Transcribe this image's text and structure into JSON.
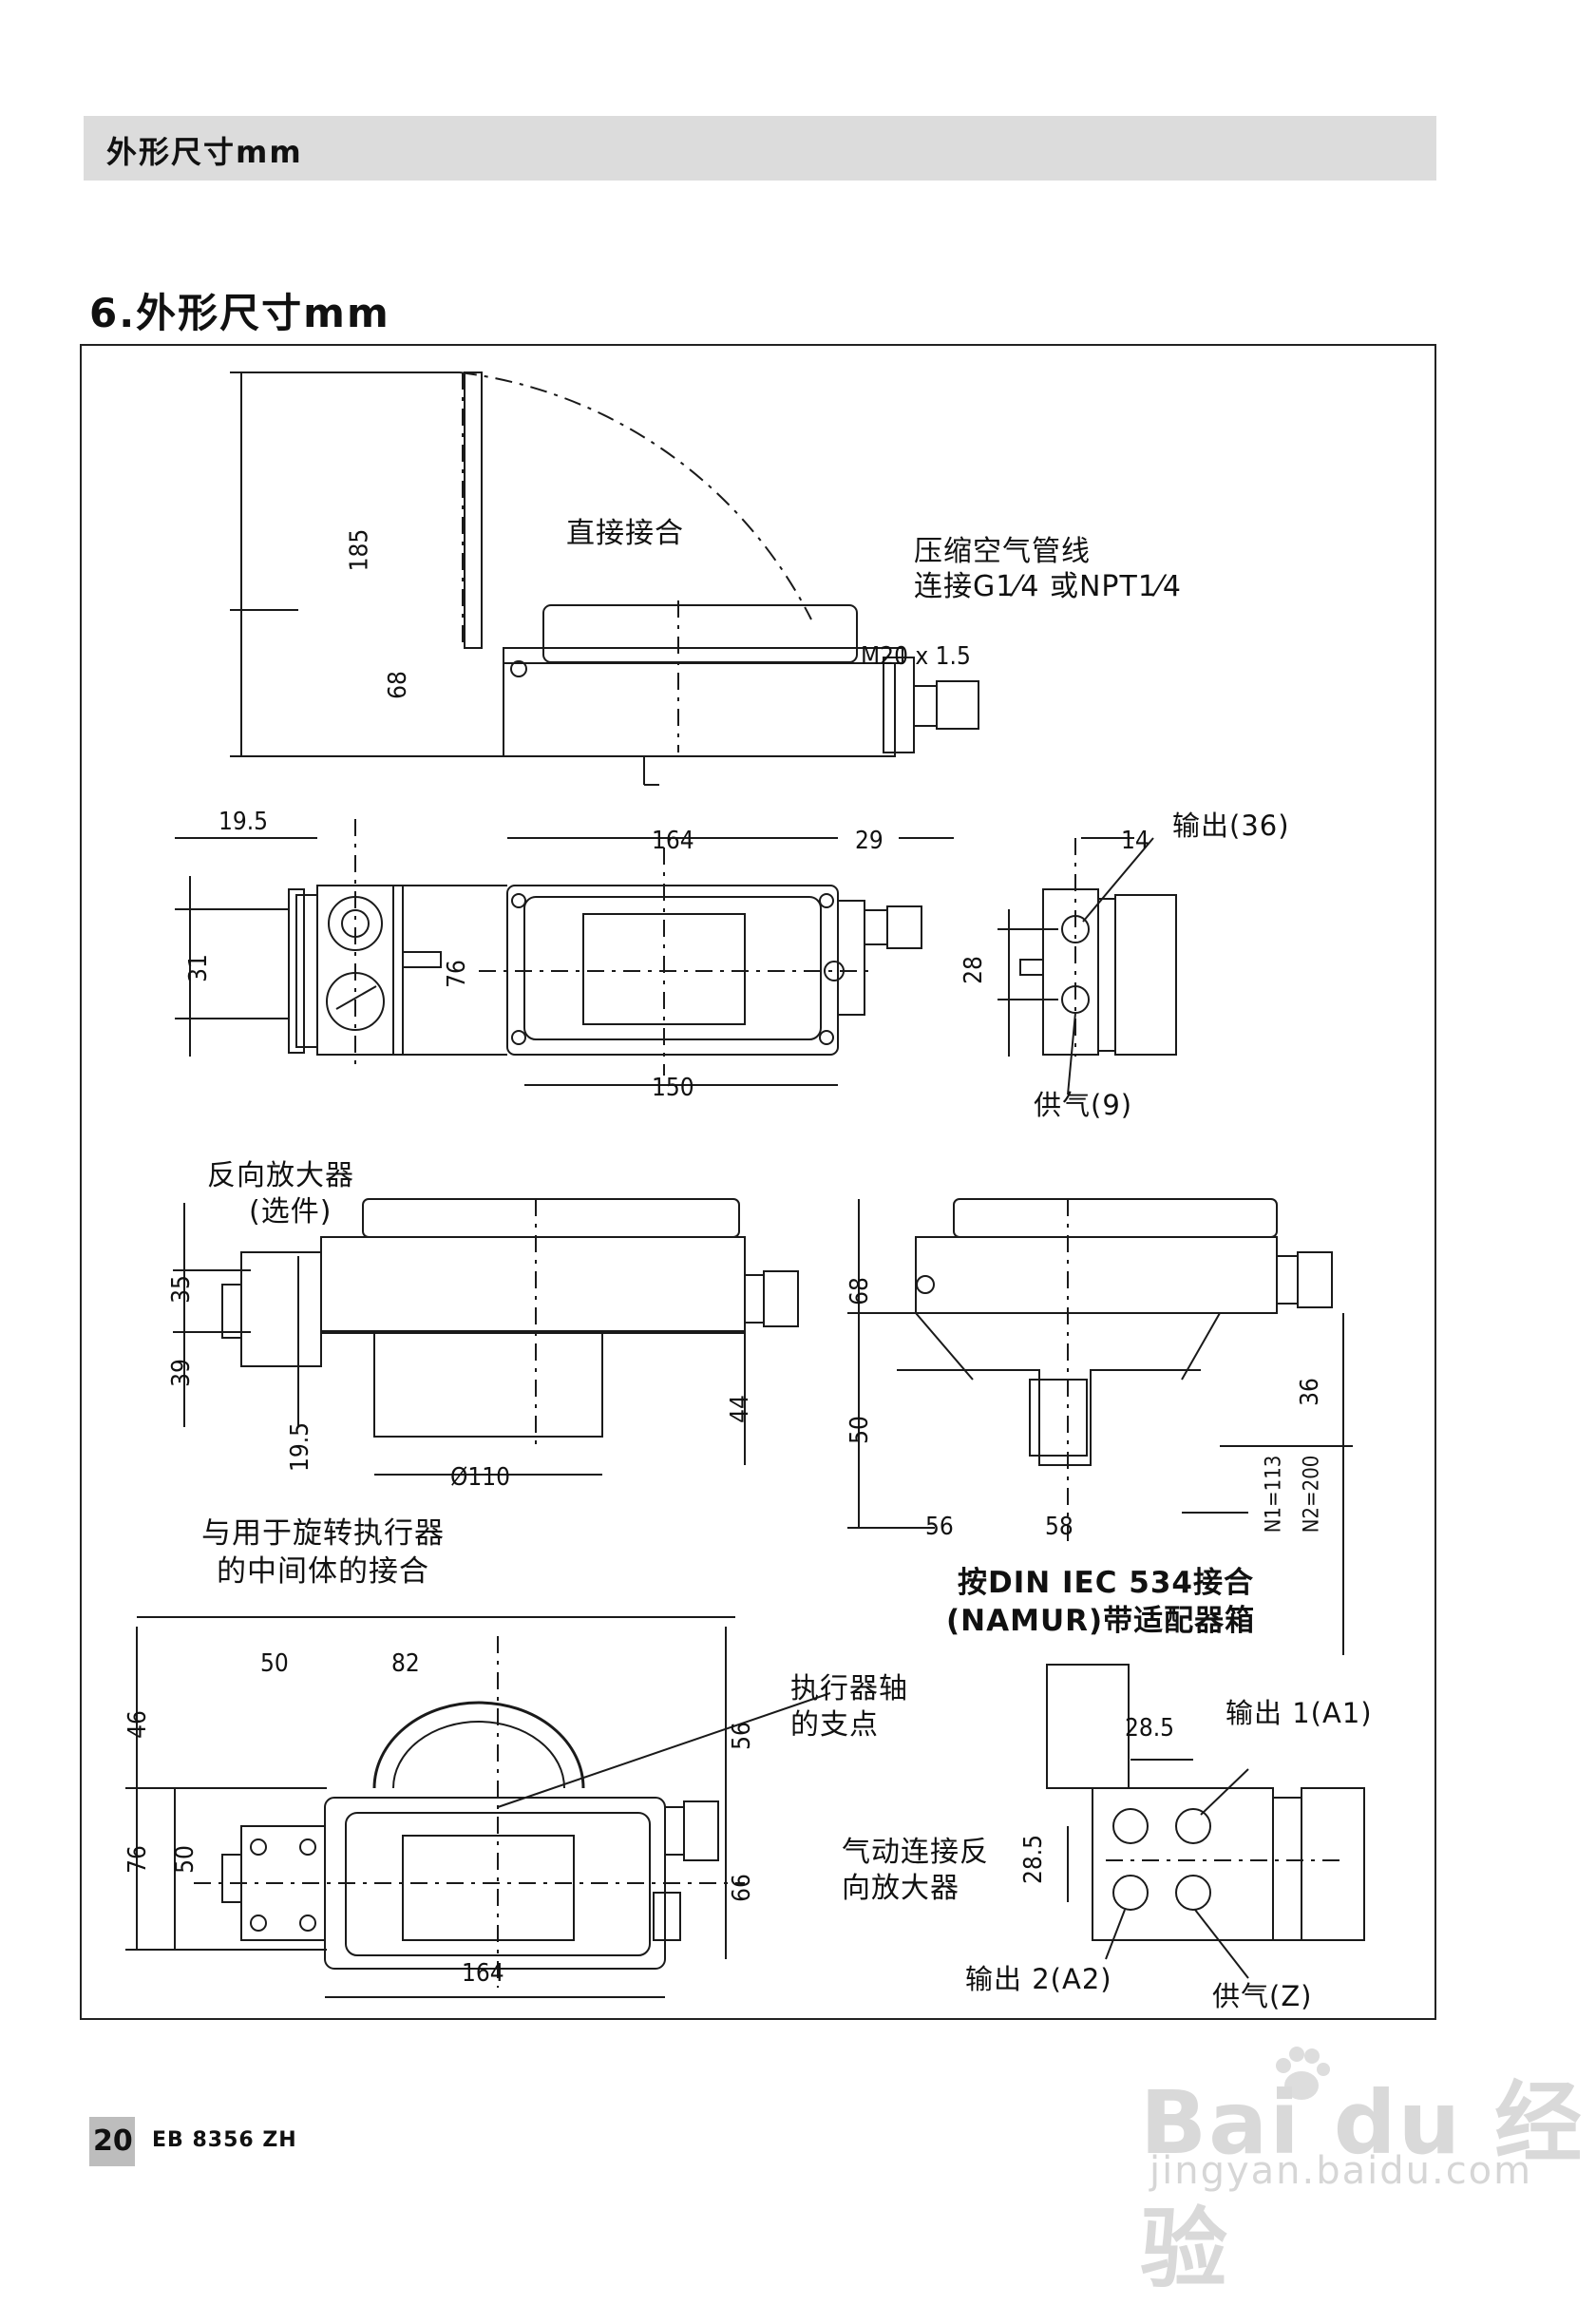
{
  "header": {
    "title": "外形尺寸mm"
  },
  "section": {
    "title": "6.外形尺寸mm"
  },
  "top_view": {
    "direct_label": "直接接合",
    "air_label_line1": "压缩空气管线",
    "air_label_line2": "连接G1⁄4 或NPT1⁄4",
    "thread_label": "M20 x 1.5",
    "dim_185": "185",
    "dim_68": "68"
  },
  "middle_views": {
    "dim_19_5": "19.5",
    "dim_31": "31",
    "dim_164": "164",
    "dim_29": "29",
    "dim_76": "76",
    "dim_150": "150",
    "dim_14": "14",
    "dim_28": "28",
    "output_label": "输出(36)",
    "supply_label": "供气(9)"
  },
  "reversing_view": {
    "amp_label": "反向放大器",
    "option_label": "(选件)",
    "dim_35": "35",
    "dim_39": "39",
    "dim_19_5": "19.5",
    "dim_110": "Ø110",
    "dim_44": "44",
    "caption_line1": "与用于旋转执行器",
    "caption_line2": "的中间体的接合"
  },
  "namur_view": {
    "dim_68": "68",
    "dim_50": "50",
    "dim_56": "56",
    "dim_58": "58",
    "dim_36": "36",
    "n1": "N1=113",
    "n2": "N2=200",
    "caption_line1": "按DIN IEC 534接合",
    "caption_line2": "(NAMUR)带适配器箱"
  },
  "bottom_view": {
    "dim_50": "50",
    "dim_82": "82",
    "dim_46": "46",
    "dim_76": "76",
    "dim_50b": "50",
    "dim_56": "56",
    "dim_66": "66",
    "dim_164": "164",
    "pivot_line1": "执行器轴",
    "pivot_line2": "的支点"
  },
  "adapter_view": {
    "dim_28_5h": "28.5",
    "dim_28_5v": "28.5",
    "out1": "输出 1(A1)",
    "out2": "输出 2(A2)",
    "pneu_line1": "气动连接反",
    "pneu_line2": "向放大器",
    "supply": "供气(Z)"
  },
  "footer": {
    "page_number": "20",
    "doc_ref": "EB 8356 ZH"
  },
  "watermark": {
    "brand": "Bai du 经验",
    "url": "jingyan.baidu.com"
  }
}
